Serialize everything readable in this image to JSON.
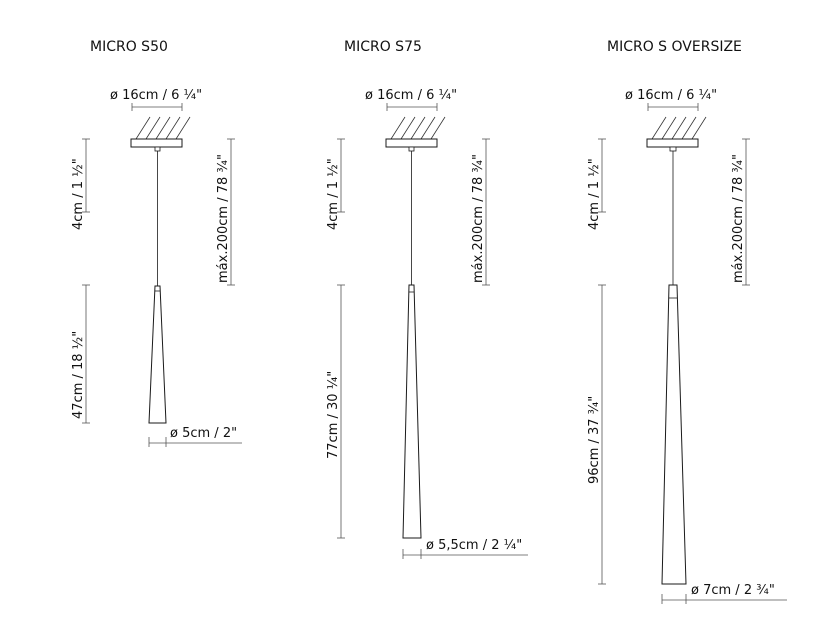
{
  "models": [
    {
      "name": "MICRO S50",
      "canopy_diameter": "ø 16cm / 6 ¼\"",
      "canopy_height": "4cm / 1 ½\"",
      "cable_length": "máx.200cm / 78 ¾\"",
      "body_height": "47cm / 18 ½\"",
      "body_diameter": "ø 5cm / 2\""
    },
    {
      "name": "MICRO S75",
      "canopy_diameter": "ø 16cm / 6 ¼\"",
      "canopy_height": "4cm / 1 ½\"",
      "cable_length": "máx.200cm / 78 ¾\"",
      "body_height": "77cm / 30 ¼\"",
      "body_diameter": "ø 5,5cm / 2 ¼\""
    },
    {
      "name": "MICRO S OVERSIZE",
      "canopy_diameter": "ø 16cm / 6 ¼\"",
      "canopy_height": "4cm / 1 ½\"",
      "cable_length": "máx.200cm / 78 ¾\"",
      "body_height": "96cm / 37 ¾\"",
      "body_diameter": "ø 7cm / 2 ¾\""
    }
  ],
  "colors": {
    "line": "#1a1a1a",
    "dimension_line": "#555555",
    "background": "#ffffff"
  }
}
